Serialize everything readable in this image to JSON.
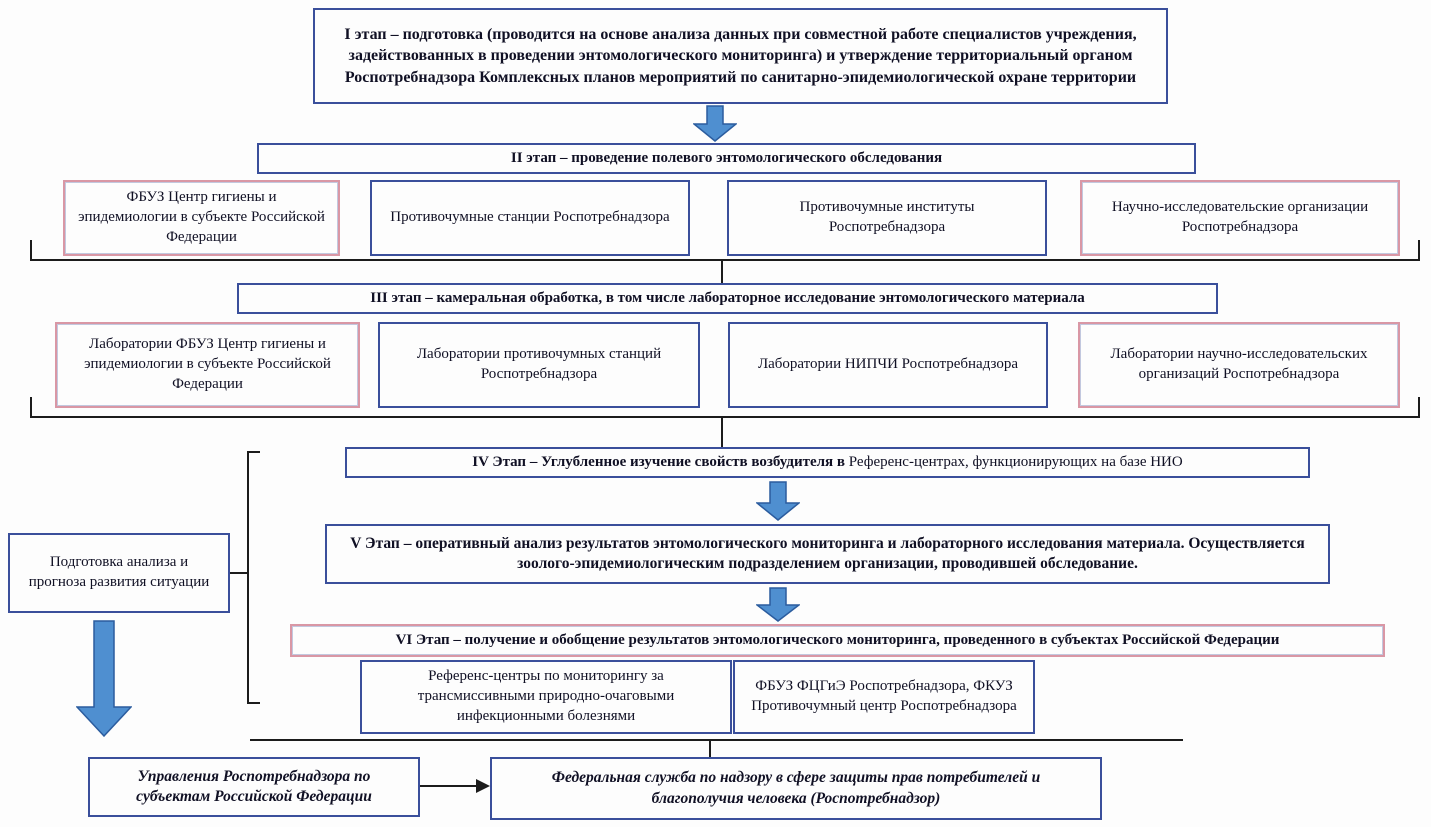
{
  "colors": {
    "bg": "#fdfdfd",
    "navy": "#3a4f9b",
    "pink": "#d997a5",
    "line": "#1c1c1c",
    "text": "#101024",
    "arrow_fill": "#4f8fd0",
    "arrow_stroke": "#2b5c9e"
  },
  "stages": {
    "s1": "I этап – подготовка (проводится на основе анализа данных при совместной работе специалистов учреждения, задействованных в проведении энтомологического мониторинга) и утверждение территориальный органом Роспотребнадзора Комплексных планов мероприятий по санитарно-эпидемиологической охране территории",
    "s2": "II этап – проведение полевого энтомологического обследования",
    "s3": "III этап – камеральная обработка, в том числе лабораторное исследование энтомологического материала",
    "s4_bold": "IV Этап – Углубленное изучение свойств возбудителя в ",
    "s4_rest": "Референс-центрах, функционирующих на базе НИО",
    "s5": "V Этап – оперативный анализ результатов энтомологического мониторинга и лабораторного исследования материала. Осуществляется зоолого-эпидемиологическим подразделением организации, проводившей обследование.",
    "s6": "VI Этап – получение и обобщение результатов энтомологического мониторинга, проведенного в субъектах Российской Федерации"
  },
  "row1": [
    "ФБУЗ Центр гигиены и эпидемиологии в субъекте Российской Федерации",
    "Противочумные станции Роспотребнадзора",
    "Противочумные институты Роспотребнадзора",
    "Научно-исследовательские организации Роспотребнадзора"
  ],
  "row2": [
    "Лаборатории ФБУЗ Центр гигиены и эпидемиологии в субъекте Российской Федерации",
    "Лаборатории противочумных станций Роспотребнадзора",
    "Лаборатории НИПЧИ Роспотребнадзора",
    "Лаборатории научно-исследовательских организаций Роспотребнадзора"
  ],
  "row3": [
    "Референс-центры по мониторингу за трансмиссивными природно-очаговыми инфекционными болезнями",
    "ФБУЗ ФЦГиЭ Роспотребнадзора, ФКУЗ Противочумный центр Роспотребнадзора"
  ],
  "side_box": "Подготовка анализа и прогноза развития ситуации",
  "bottom": {
    "left": "Управления Роспотребнадзора по субъектам Российской Федерации",
    "center": "Федеральная служба по надзору в сфере защиты прав потребителей и благополучия человека (Роспотребнадзор)"
  }
}
